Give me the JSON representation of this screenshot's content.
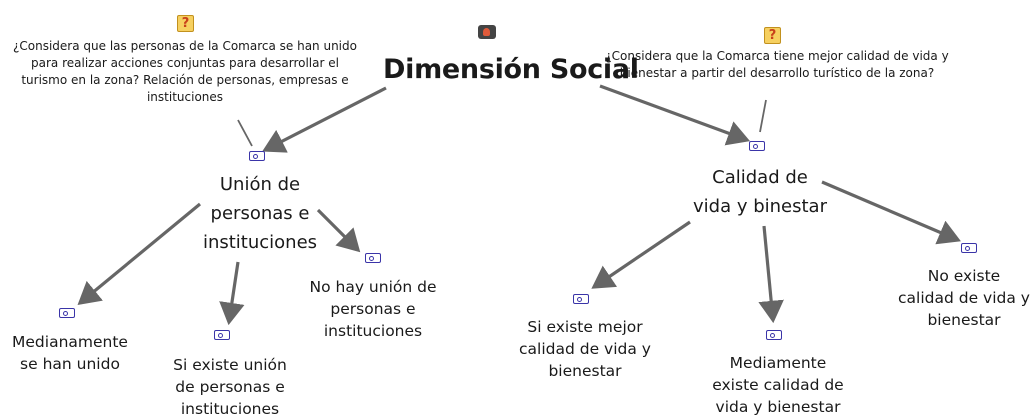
{
  "root": {
    "title": "Dimensión Social",
    "icon": "network-view-icon"
  },
  "memos": {
    "left": {
      "icon": "memo-question-icon",
      "glyph": "?",
      "lines": [
        "¿Considera que las personas de la Comarca se han unido",
        "para realizar acciones conjuntas para desarrollar el",
        "turismo en la zona? Relación de personas, empresas e",
        "instituciones"
      ]
    },
    "right": {
      "icon": "memo-question-icon",
      "glyph": "?",
      "lines": [
        "¿Considera que la Comarca tiene mejor calidad de vida y",
        "bienestar a partir del desarrollo turístico de la zona?"
      ]
    }
  },
  "codes": {
    "union": {
      "lines": [
        "Unión de",
        "personas e",
        "instituciones"
      ]
    },
    "calidad": {
      "lines": [
        "Calidad de",
        "vida y binestar"
      ]
    },
    "medianamente": {
      "lines": [
        "Medianamente",
        "se han unido"
      ]
    },
    "si_union": {
      "lines": [
        "Si existe unión",
        "de personas e",
        "instituciones"
      ]
    },
    "no_union": {
      "lines": [
        "No hay unión de",
        "personas e",
        "instituciones"
      ]
    },
    "si_calidad": {
      "lines": [
        "Si existe mejor",
        "calidad de vida y",
        "bienestar"
      ]
    },
    "mediamente": {
      "lines": [
        "Mediamente",
        "existe calidad de",
        "vida y bienestar"
      ]
    },
    "no_calidad": {
      "lines": [
        "No existe",
        "calidad de vida y",
        "bienestar"
      ]
    }
  },
  "code_icon": "code-tag-icon",
  "colors": {
    "arrow": "#666666",
    "code_icon": "#3a34a8",
    "memo": "#f6d060"
  }
}
